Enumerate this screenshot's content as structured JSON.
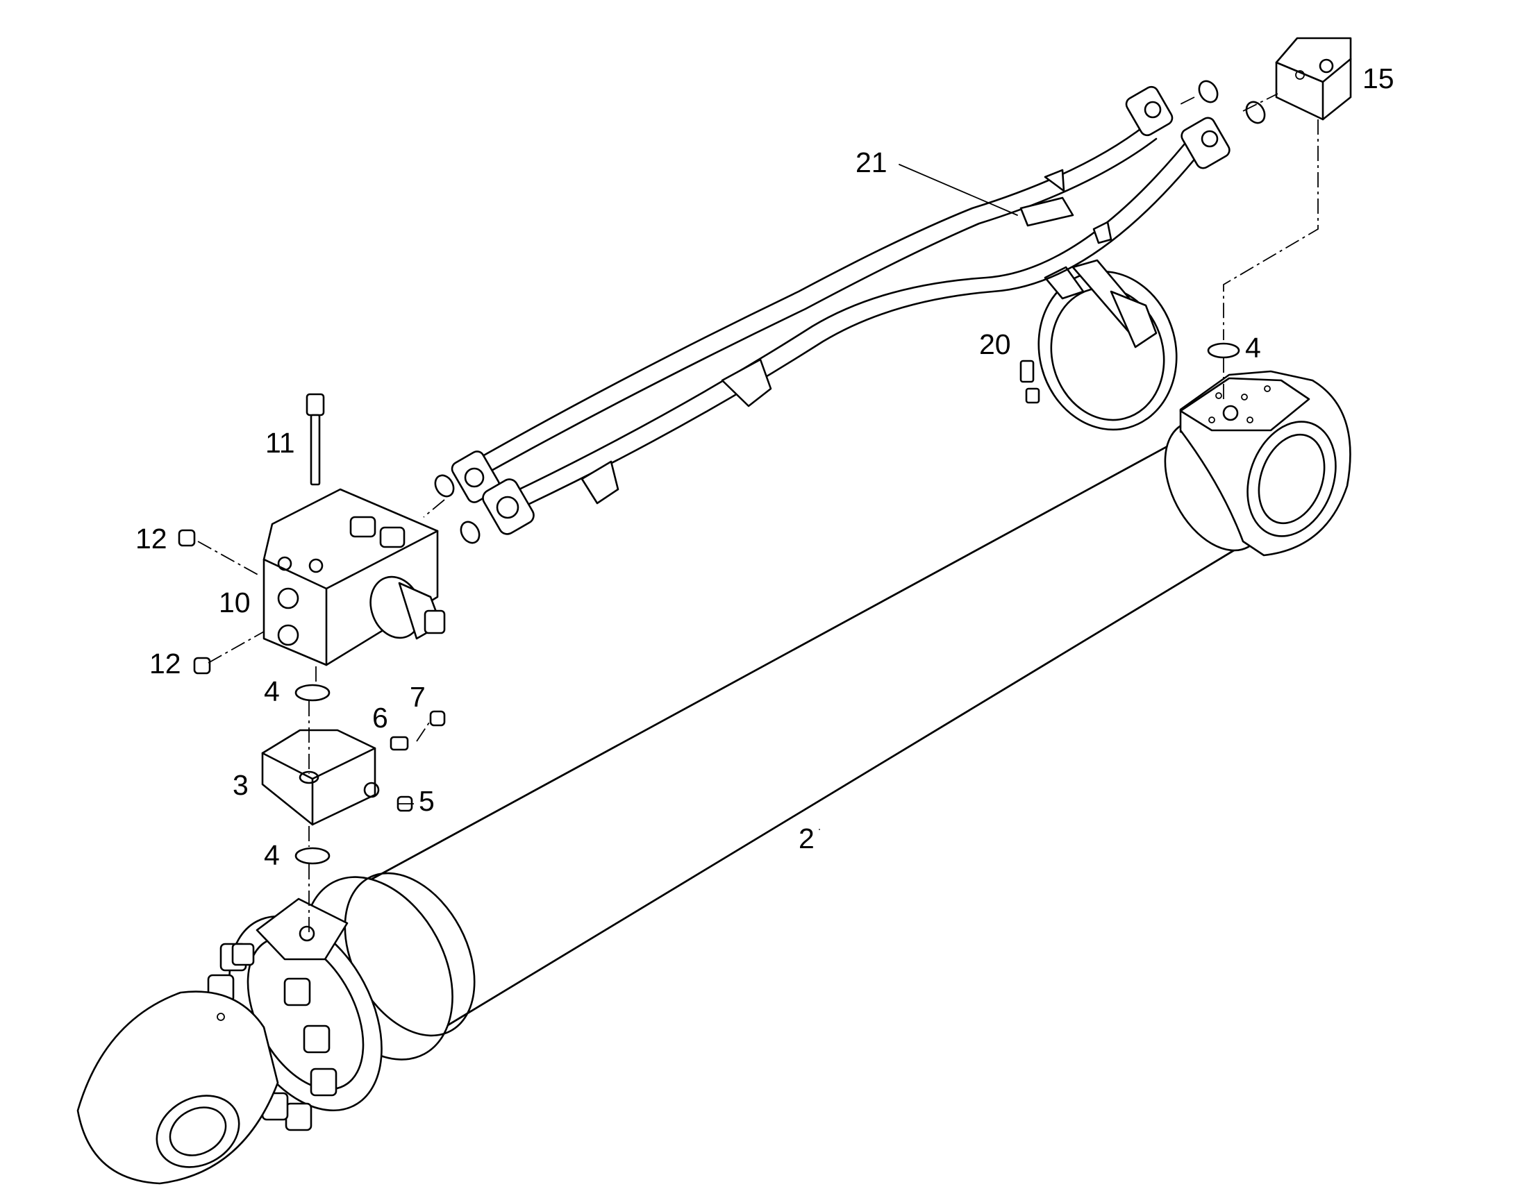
{
  "diagram": {
    "callouts": [
      {
        "id": "c15",
        "text": "15"
      },
      {
        "id": "c21",
        "text": "21"
      },
      {
        "id": "c20",
        "text": "20"
      },
      {
        "id": "c4a",
        "text": "4"
      },
      {
        "id": "c11",
        "text": "11"
      },
      {
        "id": "c12a",
        "text": "12"
      },
      {
        "id": "c10",
        "text": "10"
      },
      {
        "id": "c12b",
        "text": "12"
      },
      {
        "id": "c4b",
        "text": "4"
      },
      {
        "id": "c7",
        "text": "7"
      },
      {
        "id": "c6",
        "text": "6"
      },
      {
        "id": "c3",
        "text": "3"
      },
      {
        "id": "c5",
        "text": "5"
      },
      {
        "id": "c4c",
        "text": "4"
      },
      {
        "id": "c2",
        "text": "2"
      }
    ]
  }
}
